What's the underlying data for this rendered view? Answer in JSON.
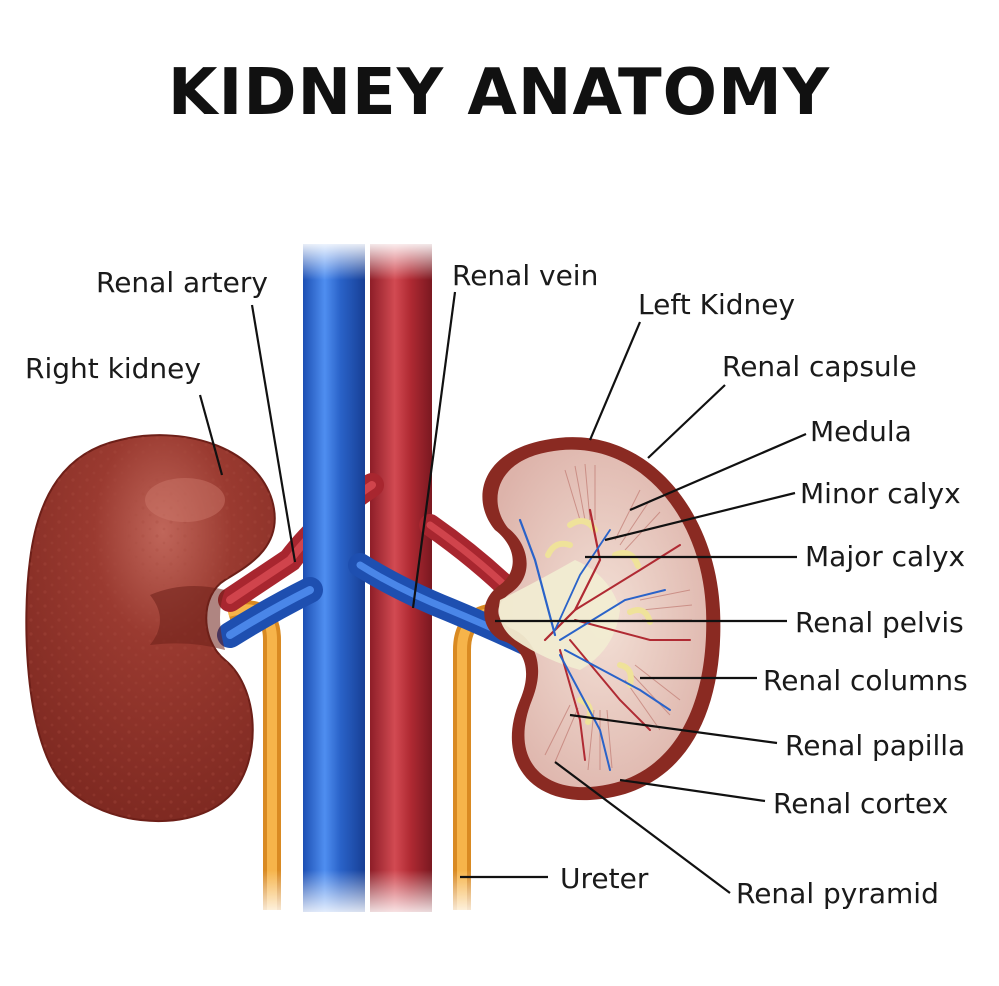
{
  "title": "KIDNEY ANATOMY",
  "labels": {
    "renal_artery": "Renal artery",
    "renal_vein": "Renal vein",
    "left_kidney": "Left Kidney",
    "right_kidney": "Right kidney",
    "renal_capsule": "Renal capsule",
    "medula": "Medula",
    "minor_calyx": "Minor calyx",
    "major_calyx": "Major calyx",
    "renal_pelvis": "Renal pelvis",
    "renal_columns": "Renal columns",
    "renal_papilla": "Renal papilla",
    "renal_cortex": "Renal cortex",
    "ureter": "Ureter",
    "renal_pyramid": "Renal pyramid"
  },
  "colors": {
    "kidney": "#8e2f26",
    "kidney_highlight": "#b8554a",
    "artery": "#b02a33",
    "vein": "#2a63c9",
    "ureter": "#f2a83a",
    "capsule": "#8a2a22",
    "cortex": "#e8c9c2",
    "pelvis": "#f1ecd2"
  }
}
